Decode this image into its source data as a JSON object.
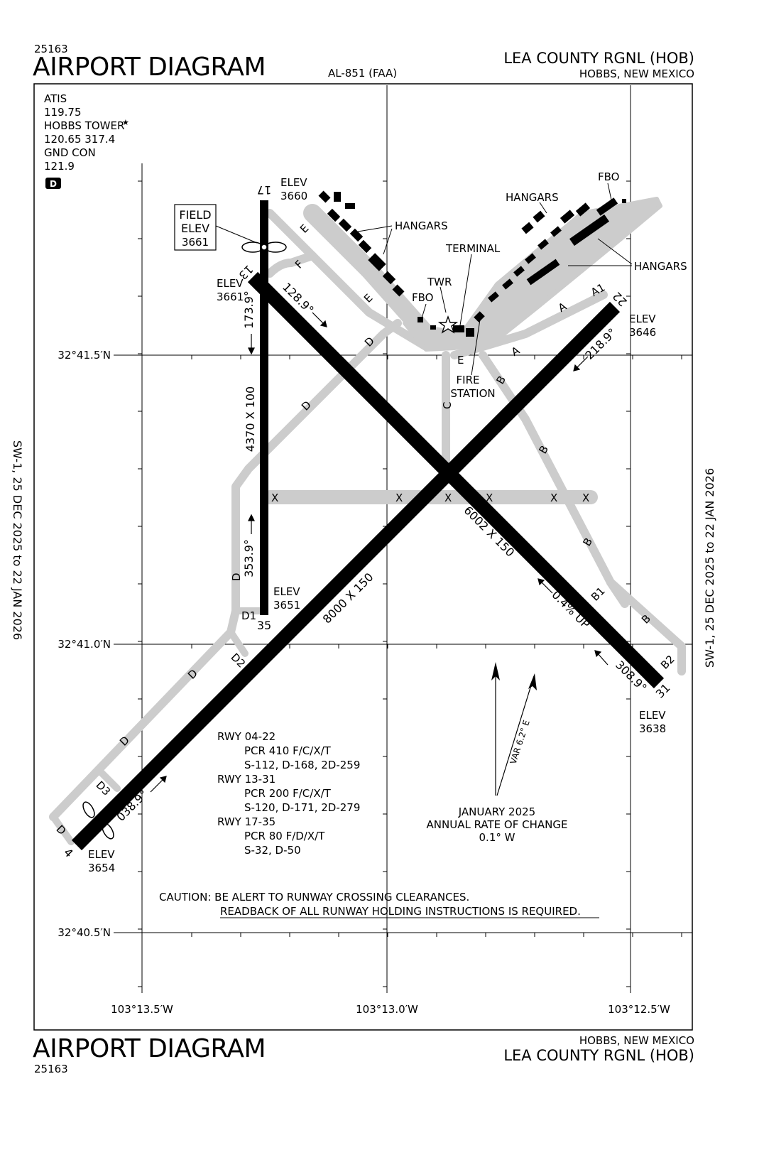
{
  "header": {
    "code_top": "25163",
    "title_top": "AIRPORT DIAGRAM",
    "doc_id": "AL-851 (FAA)",
    "airport_name_top": "LEA COUNTY RGNL (HOB)",
    "city_top": "HOBBS, NEW MEXICO"
  },
  "footer": {
    "title_bottom": "AIRPORT DIAGRAM",
    "code_bottom": "25163",
    "city_bottom": "HOBBS, NEW MEXICO",
    "airport_name_bottom": "LEA COUNTY RGNL (HOB)"
  },
  "side": {
    "left": "SW-1,  25 DEC 2025  to  22 JAN 2026",
    "right": "SW-1,  25 DEC 2025  to  22 JAN 2026"
  },
  "comms": [
    "ATIS",
    "119.75",
    "HOBBS TOWER",
    "120.65  317.4",
    "GND CON",
    "121.9"
  ],
  "comms_star": "★",
  "badge": "D",
  "field_elev": [
    "FIELD",
    "ELEV",
    "3661"
  ],
  "coords": {
    "lat_1": "32°41.5′N",
    "lat_2": "32°41.0′N",
    "lat_3": "32°40.5′N",
    "lon_1": "103°13.5′W",
    "lon_2": "103°13.0′W",
    "lon_3": "103°12.5′W"
  },
  "runways": {
    "end_17": "17",
    "end_35": "35",
    "end_13": "13",
    "end_31": "31",
    "end_4": "4",
    "end_22": "22",
    "dim_17_35": "4370 X 100",
    "dim_13_31": "6002 X 150",
    "dim_04_22": "8000 X 150",
    "hdg_173": "173.9°",
    "hdg_353": "353.9°",
    "hdg_128": "128.9°",
    "hdg_308": "308.9°",
    "hdg_038": "038.9°",
    "hdg_218": "218.9°",
    "slope": "0.4% UP"
  },
  "elevations": {
    "e17": [
      "ELEV",
      "3660"
    ],
    "e13": [
      "ELEV",
      "3661"
    ],
    "e35": [
      "ELEV",
      "3651"
    ],
    "e22": [
      "ELEV",
      "3646"
    ],
    "e31": [
      "ELEV",
      "3638"
    ],
    "e4": [
      "ELEV",
      "3654"
    ]
  },
  "taxiways": {
    "E": "E",
    "F": "F",
    "D": "D",
    "C": "C",
    "B": "B",
    "A": "A",
    "X": "X",
    "A1": "A1",
    "B1": "B1",
    "B2": "B2",
    "D1": "D1",
    "D2": "D2",
    "D3": "D3"
  },
  "labels": {
    "hangars_1": "HANGARS",
    "hangars_2": "HANGARS",
    "hangars_3": "HANGARS",
    "fbo_1": "FBO",
    "fbo_2": "FBO",
    "terminal": "TERMINAL",
    "twr": "TWR",
    "fire": [
      "FIRE",
      "STATION"
    ]
  },
  "rwy_info": [
    "RWY 04-22",
    "PCR 410 F/C/X/T",
    "S-112, D-168, 2D-259",
    "RWY 13-31",
    "PCR 200 F/C/X/T",
    "S-120, D-171, 2D-279",
    "RWY 17-35",
    "PCR 80 F/D/X/T",
    "S-32, D-50"
  ],
  "variation": {
    "var": "VAR 6.2° E",
    "date": "JANUARY 2025",
    "rate_label": "ANNUAL RATE OF CHANGE",
    "rate": "0.1° W"
  },
  "caution": {
    "line1": "CAUTION: BE ALERT TO RUNWAY CROSSING CLEARANCES.",
    "line2": "READBACK OF ALL RUNWAY HOLDING INSTRUCTIONS IS REQUIRED."
  }
}
